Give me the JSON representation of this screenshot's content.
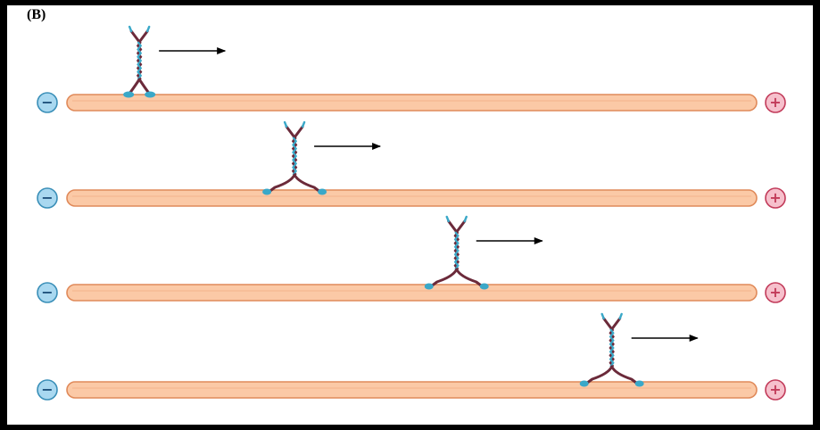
{
  "figure": {
    "panel_label": "(B)",
    "background_color": "#000000",
    "panel_color": "#ffffff"
  },
  "diagram": {
    "description_items": [
      "microtubule",
      "motor-protein",
      "movement-arrow",
      "minus-end",
      "plus-end"
    ],
    "microtubule_color": "#fbc9a6",
    "microtubule_edge_color": "#e08a5a",
    "minus_end_symbol": "−",
    "plus_end_symbol": "+",
    "minus_end_color": "#a9d8f0",
    "minus_end_edge": "#3a8fb8",
    "plus_end_color": "#f6c0cc",
    "plus_end_edge": "#c23b5a",
    "motor_colors": [
      "#6b2a3a",
      "#3aa8c8"
    ],
    "arrow_color": "#000000",
    "rows": [
      {
        "motor_position": 0.105,
        "stance": "bound-narrow"
      },
      {
        "motor_position": 0.33,
        "stance": "splayed"
      },
      {
        "motor_position": 0.565,
        "stance": "splayed"
      },
      {
        "motor_position": 0.79,
        "stance": "splayed"
      }
    ]
  }
}
